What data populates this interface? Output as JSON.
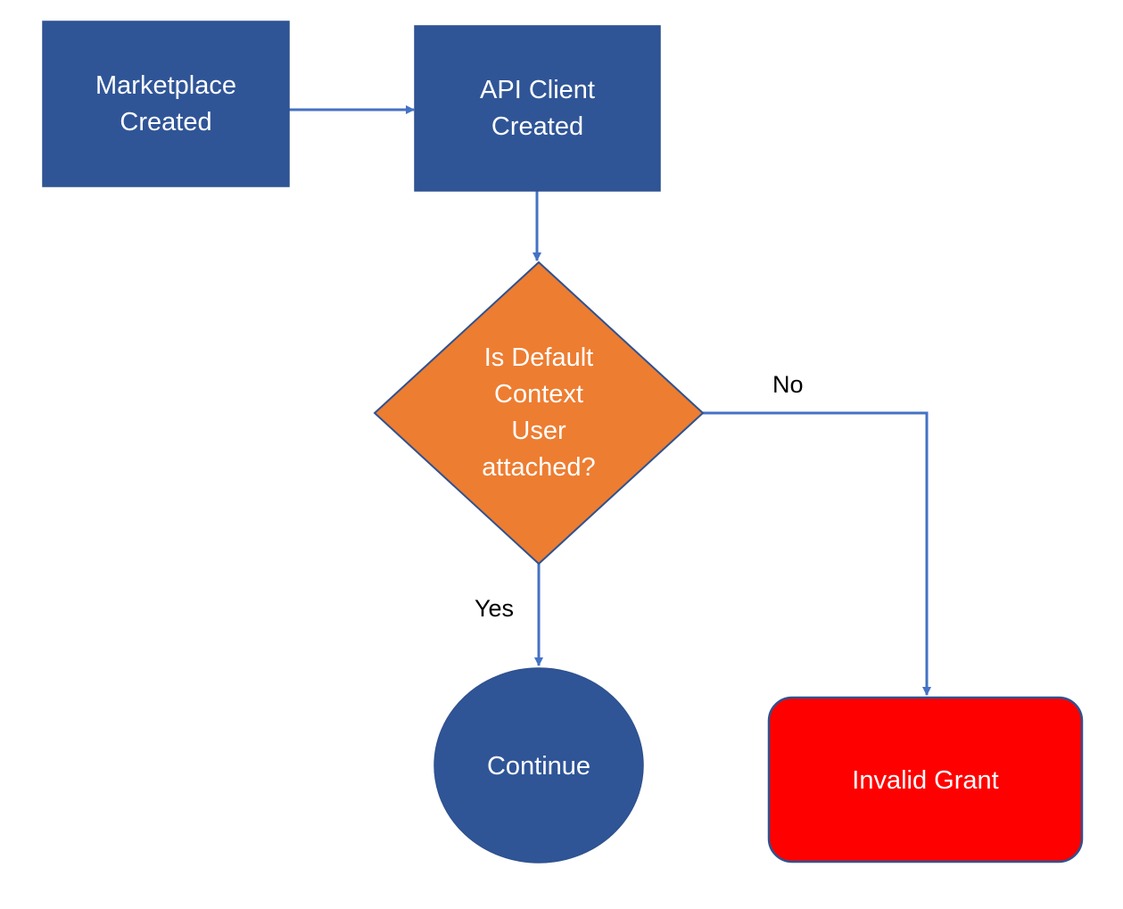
{
  "colors": {
    "process_fill": "#2f5597",
    "process_stroke": "#2f528f",
    "decision_fill": "#ed7d31",
    "decision_stroke": "#2f528f",
    "error_fill": "#ff0000",
    "error_stroke": "#2f528f",
    "connector": "#4472c4",
    "node_text": "#ffffff",
    "edge_text": "#000000"
  },
  "nodes": {
    "marketplace": {
      "label": "Marketplace\nCreated",
      "shape": "rectangle"
    },
    "api_client": {
      "label": "API Client\nCreated",
      "shape": "rectangle"
    },
    "decision": {
      "label": "Is Default\nContext\nUser\nattached?",
      "shape": "diamond"
    },
    "continue": {
      "label": "Continue",
      "shape": "circle"
    },
    "invalid": {
      "label": "Invalid Grant",
      "shape": "rounded-rectangle"
    }
  },
  "edges": {
    "yes": {
      "label": "Yes"
    },
    "no": {
      "label": "No"
    }
  }
}
